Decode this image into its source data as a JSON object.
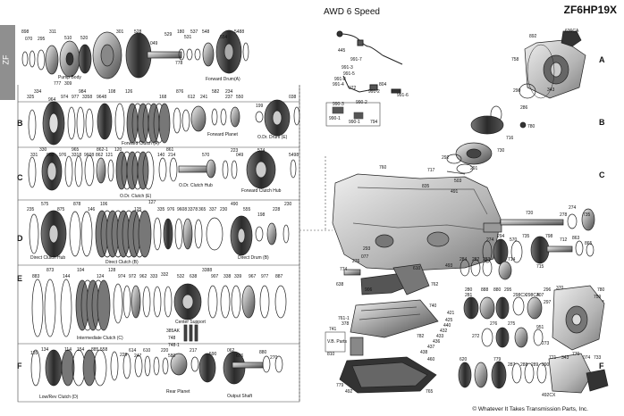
{
  "header": {
    "subtitle": "AWD 6 Speed",
    "model": "ZF6HP19X"
  },
  "side_tab": "ZF",
  "row_letters": [
    "A",
    "B",
    "C",
    "D",
    "E",
    "F"
  ],
  "footer": {
    "copyright": "© Whatever It Takes Transmission Parts, Inc."
  },
  "callouts": [
    {
      "id": "c001",
      "text": "898"
    },
    {
      "id": "c002",
      "text": "070"
    },
    {
      "id": "c003",
      "text": "295"
    },
    {
      "id": "c004",
      "text": "311"
    },
    {
      "id": "c005",
      "text": "510"
    },
    {
      "id": "c006",
      "text": "520"
    },
    {
      "id": "c007",
      "text": "301"
    },
    {
      "id": "c008",
      "text": "528"
    },
    {
      "id": "c009",
      "text": "049"
    },
    {
      "id": "c010",
      "text": "529"
    },
    {
      "id": "c011",
      "text": "180"
    },
    {
      "id": "c012",
      "text": "531"
    },
    {
      "id": "c013",
      "text": "537"
    },
    {
      "id": "c014",
      "text": "548"
    },
    {
      "id": "c015",
      "text": "554"
    },
    {
      "id": "c016",
      "text": "5488"
    },
    {
      "id": "c017",
      "text": "Pump Body"
    },
    {
      "id": "c018",
      "text": "777"
    },
    {
      "id": "c019",
      "text": "309"
    },
    {
      "id": "c020",
      "text": "778"
    },
    {
      "id": "c021",
      "text": "Forward Drum(A)"
    },
    {
      "id": "c022",
      "text": "199"
    },
    {
      "id": "c023",
      "text": "334"
    },
    {
      "id": "c024",
      "text": "325"
    },
    {
      "id": "c025",
      "text": "964"
    },
    {
      "id": "c026",
      "text": "974"
    },
    {
      "id": "c027",
      "text": "977"
    },
    {
      "id": "c028",
      "text": "3358"
    },
    {
      "id": "c029",
      "text": "9648"
    },
    {
      "id": "c030",
      "text": "984"
    },
    {
      "id": "c031",
      "text": "108"
    },
    {
      "id": "c032",
      "text": "126"
    },
    {
      "id": "c033",
      "text": "168"
    },
    {
      "id": "c034",
      "text": "876"
    },
    {
      "id": "c035",
      "text": "612"
    },
    {
      "id": "c036",
      "text": "241"
    },
    {
      "id": "c037",
      "text": "582"
    },
    {
      "id": "c038",
      "text": "234"
    },
    {
      "id": "c039",
      "text": "237"
    },
    {
      "id": "c040",
      "text": "550"
    },
    {
      "id": "c041",
      "text": "038"
    },
    {
      "id": "c042",
      "text": "Forward Clutch (A)"
    },
    {
      "id": "c043",
      "text": "Forward Planet"
    },
    {
      "id": "c044",
      "text": "O.Dr. Drum (E)"
    },
    {
      "id": "c045",
      "text": "330"
    },
    {
      "id": "c046",
      "text": "331"
    },
    {
      "id": "c047",
      "text": "960"
    },
    {
      "id": "c048",
      "text": "976"
    },
    {
      "id": "c049",
      "text": "3318"
    },
    {
      "id": "c050",
      "text": "9608"
    },
    {
      "id": "c051",
      "text": "862"
    },
    {
      "id": "c052",
      "text": "965"
    },
    {
      "id": "c053",
      "text": "862-1"
    },
    {
      "id": "c054",
      "text": "121"
    },
    {
      "id": "c055",
      "text": "120"
    },
    {
      "id": "c056",
      "text": "140"
    },
    {
      "id": "c057",
      "text": "214"
    },
    {
      "id": "c058",
      "text": "861"
    },
    {
      "id": "c059",
      "text": "570"
    },
    {
      "id": "c060",
      "text": "223"
    },
    {
      "id": "c061",
      "text": "049"
    },
    {
      "id": "c062",
      "text": "574"
    },
    {
      "id": "c063",
      "text": "5498"
    },
    {
      "id": "c064",
      "text": "O.Dr. Clutch (E)"
    },
    {
      "id": "c065",
      "text": "O.Dr. Clutch Hub"
    },
    {
      "id": "c066",
      "text": "Forward Clutch Hub"
    },
    {
      "id": "c067",
      "text": "235"
    },
    {
      "id": "c068",
      "text": "575"
    },
    {
      "id": "c069",
      "text": "875"
    },
    {
      "id": "c070",
      "text": "878"
    },
    {
      "id": "c071",
      "text": "146"
    },
    {
      "id": "c072",
      "text": "106"
    },
    {
      "id": "c073",
      "text": "125"
    },
    {
      "id": "c074",
      "text": "127"
    },
    {
      "id": "c075",
      "text": "335"
    },
    {
      "id": "c076",
      "text": "976"
    },
    {
      "id": "c077",
      "text": "9608"
    },
    {
      "id": "c078",
      "text": "3378"
    },
    {
      "id": "c079",
      "text": "365"
    },
    {
      "id": "c080",
      "text": "337"
    },
    {
      "id": "c081",
      "text": "230"
    },
    {
      "id": "c082",
      "text": "490"
    },
    {
      "id": "c083",
      "text": "555"
    },
    {
      "id": "c084",
      "text": "198"
    },
    {
      "id": "c085",
      "text": "228"
    },
    {
      "id": "c086",
      "text": "230"
    },
    {
      "id": "c087",
      "text": "Direct Clutch Hub"
    },
    {
      "id": "c088",
      "text": "Direct Clutch (B)"
    },
    {
      "id": "c089",
      "text": "Direct Drum (B)"
    },
    {
      "id": "c090",
      "text": "883"
    },
    {
      "id": "c091",
      "text": "873"
    },
    {
      "id": "c092",
      "text": "144"
    },
    {
      "id": "c093",
      "text": "104"
    },
    {
      "id": "c094",
      "text": "124"
    },
    {
      "id": "c095",
      "text": "128"
    },
    {
      "id": "c096",
      "text": "974"
    },
    {
      "id": "c097",
      "text": "972"
    },
    {
      "id": "c098",
      "text": "962"
    },
    {
      "id": "c099",
      "text": "333"
    },
    {
      "id": "c100",
      "text": "332"
    },
    {
      "id": "c101",
      "text": "532"
    },
    {
      "id": "c102",
      "text": "638"
    },
    {
      "id": "c103",
      "text": "3388"
    },
    {
      "id": "c104",
      "text": "907"
    },
    {
      "id": "c105",
      "text": "338"
    },
    {
      "id": "c106",
      "text": "339"
    },
    {
      "id": "c107",
      "text": "967"
    },
    {
      "id": "c108",
      "text": "977"
    },
    {
      "id": "c109",
      "text": "887"
    },
    {
      "id": "c110",
      "text": "Intermediate Clutch (C)"
    },
    {
      "id": "c111",
      "text": "Center Support"
    },
    {
      "id": "c112",
      "text": "385AK"
    },
    {
      "id": "c113",
      "text": "748"
    },
    {
      "id": "c114",
      "text": "748-1"
    },
    {
      "id": "c115",
      "text": "135"
    },
    {
      "id": "c116",
      "text": "134"
    },
    {
      "id": "c117",
      "text": "114"
    },
    {
      "id": "c118",
      "text": "154"
    },
    {
      "id": "c119",
      "text": "885"
    },
    {
      "id": "c120",
      "text": "558"
    },
    {
      "id": "c121",
      "text": "229"
    },
    {
      "id": "c122",
      "text": "614"
    },
    {
      "id": "c123",
      "text": "247"
    },
    {
      "id": "c124",
      "text": "610"
    },
    {
      "id": "c125",
      "text": "220"
    },
    {
      "id": "c126",
      "text": "580"
    },
    {
      "id": "c127",
      "text": "217"
    },
    {
      "id": "c128",
      "text": "590"
    },
    {
      "id": "c129",
      "text": "062"
    },
    {
      "id": "c130",
      "text": "676"
    },
    {
      "id": "c131",
      "text": "880"
    },
    {
      "id": "c132",
      "text": "270"
    },
    {
      "id": "c133",
      "text": "Low/Rev Clutch (D)"
    },
    {
      "id": "c134",
      "text": "Rear Planet"
    },
    {
      "id": "c135",
      "text": "Output Shaft"
    },
    {
      "id": "c136",
      "text": "445"
    },
    {
      "id": "c137",
      "text": "991-7"
    },
    {
      "id": "c138",
      "text": "991-3"
    },
    {
      "id": "c139",
      "text": "991-5"
    },
    {
      "id": "c140",
      "text": "991-8"
    },
    {
      "id": "c141",
      "text": "991-4"
    },
    {
      "id": "c142",
      "text": "072"
    },
    {
      "id": "c143",
      "text": "991-2"
    },
    {
      "id": "c144",
      "text": "804"
    },
    {
      "id": "c145",
      "text": "991-6"
    },
    {
      "id": "c146",
      "text": "990-3"
    },
    {
      "id": "c147",
      "text": "990-2"
    },
    {
      "id": "c148",
      "text": "990-1"
    },
    {
      "id": "c149",
      "text": "794"
    },
    {
      "id": "c150",
      "text": "990-1"
    },
    {
      "id": "c151",
      "text": "636CA"
    },
    {
      "id": "c152",
      "text": "892"
    },
    {
      "id": "c153",
      "text": "758"
    },
    {
      "id": "c154",
      "text": "290"
    },
    {
      "id": "c155",
      "text": "343"
    },
    {
      "id": "c156",
      "text": "286"
    },
    {
      "id": "c157",
      "text": "780"
    },
    {
      "id": "c158",
      "text": "716"
    },
    {
      "id": "c159",
      "text": "730"
    },
    {
      "id": "c160",
      "text": "292"
    },
    {
      "id": "c161",
      "text": "717"
    },
    {
      "id": "c162",
      "text": "291"
    },
    {
      "id": "c163",
      "text": "503"
    },
    {
      "id": "c164",
      "text": "835"
    },
    {
      "id": "c165",
      "text": "491"
    },
    {
      "id": "c166",
      "text": "760"
    },
    {
      "id": "c167",
      "text": "720"
    },
    {
      "id": "c168",
      "text": "278"
    },
    {
      "id": "c169",
      "text": "274"
    },
    {
      "id": "c170",
      "text": "735"
    },
    {
      "id": "c171",
      "text": "274"
    },
    {
      "id": "c172",
      "text": "294"
    },
    {
      "id": "c173",
      "text": "570"
    },
    {
      "id": "c174",
      "text": "735"
    },
    {
      "id": "c175",
      "text": "712"
    },
    {
      "id": "c176",
      "text": "863"
    },
    {
      "id": "c177",
      "text": "865"
    },
    {
      "id": "c178",
      "text": "798"
    },
    {
      "id": "c179",
      "text": "715"
    },
    {
      "id": "c180",
      "text": "493"
    },
    {
      "id": "c181",
      "text": "284"
    },
    {
      "id": "c182",
      "text": "282"
    },
    {
      "id": "c183",
      "text": "283"
    },
    {
      "id": "c184",
      "text": "714"
    },
    {
      "id": "c185",
      "text": "293"
    },
    {
      "id": "c186",
      "text": "077"
    },
    {
      "id": "c187",
      "text": "276"
    },
    {
      "id": "c188",
      "text": "774"
    },
    {
      "id": "c189",
      "text": "610"
    },
    {
      "id": "c190",
      "text": "638"
    },
    {
      "id": "c191",
      "text": "906"
    },
    {
      "id": "c192",
      "text": "762"
    },
    {
      "id": "c193",
      "text": "280"
    },
    {
      "id": "c194",
      "text": "281"
    },
    {
      "id": "c195",
      "text": "888"
    },
    {
      "id": "c196",
      "text": "880"
    },
    {
      "id": "c197",
      "text": "295"
    },
    {
      "id": "c198",
      "text": "298CX"
    },
    {
      "id": "c199",
      "text": "298CA"
    },
    {
      "id": "c200",
      "text": "707"
    },
    {
      "id": "c201",
      "text": "296"
    },
    {
      "id": "c202",
      "text": "297"
    },
    {
      "id": "c203",
      "text": "370"
    },
    {
      "id": "c204",
      "text": "780"
    },
    {
      "id": "c205",
      "text": "759"
    },
    {
      "id": "c206",
      "text": "740"
    },
    {
      "id": "c207",
      "text": "421"
    },
    {
      "id": "c208",
      "text": "761-1"
    },
    {
      "id": "c209",
      "text": "378"
    },
    {
      "id": "c210",
      "text": "425"
    },
    {
      "id": "c211",
      "text": "440"
    },
    {
      "id": "c212",
      "text": "432"
    },
    {
      "id": "c213",
      "text": "433"
    },
    {
      "id": "c214",
      "text": "436"
    },
    {
      "id": "c215",
      "text": "437"
    },
    {
      "id": "c216",
      "text": "438"
    },
    {
      "id": "c217",
      "text": "782"
    },
    {
      "id": "c218",
      "text": "741"
    },
    {
      "id": "c219",
      "text": "V.B. Parts"
    },
    {
      "id": "c220",
      "text": "272"
    },
    {
      "id": "c221",
      "text": "276"
    },
    {
      "id": "c222",
      "text": "275"
    },
    {
      "id": "c223",
      "text": "951"
    },
    {
      "id": "c224",
      "text": "273"
    },
    {
      "id": "c225",
      "text": "810"
    },
    {
      "id": "c226",
      "text": "460"
    },
    {
      "id": "c227",
      "text": "779"
    },
    {
      "id": "c228",
      "text": "492"
    },
    {
      "id": "c229",
      "text": "765"
    },
    {
      "id": "c230",
      "text": "620"
    },
    {
      "id": "c231",
      "text": "779"
    },
    {
      "id": "c232",
      "text": "287"
    },
    {
      "id": "c233",
      "text": "288"
    },
    {
      "id": "c234",
      "text": "289"
    },
    {
      "id": "c235",
      "text": "290"
    },
    {
      "id": "c236",
      "text": "771"
    },
    {
      "id": "c237",
      "text": "343"
    },
    {
      "id": "c238",
      "text": "770"
    },
    {
      "id": "c239",
      "text": "074"
    },
    {
      "id": "c240",
      "text": "733"
    },
    {
      "id": "c241",
      "text": "492CX"
    }
  ]
}
